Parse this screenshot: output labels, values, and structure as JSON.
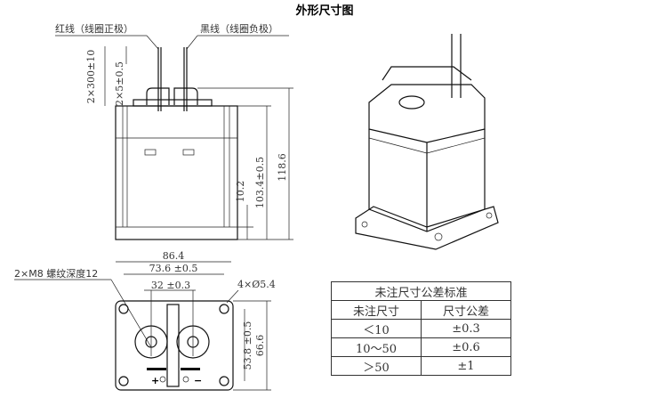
{
  "title": "外形尺寸图",
  "front_view": {
    "red_wire_label": "红线（线圈正极）",
    "black_wire_label": "黑线（线圈负极）",
    "dim_wire_length": "2×300±10",
    "dim_wire_strip": "2×5±0.5",
    "dim_base_height": "10.2",
    "dim_body_height": "103.4±0.5",
    "dim_total_height": "118.6"
  },
  "bottom_view": {
    "thread_label": "2×M8 螺纹深度12",
    "dim_overall_width": "86.4",
    "dim_hole_spacing_x": "73.6 ±0.5",
    "dim_terminal_spacing": "32 ±0.3",
    "dim_hole_diameter": "4×Ø5.4",
    "dim_hole_spacing_y": "53.8 ±0.5",
    "dim_overall_depth": "66.6",
    "plus_mark": "+",
    "minus_mark": "−"
  },
  "tolerance_table": {
    "title": "未注尺寸公差标准",
    "headers": [
      "未注尺寸",
      "尺寸公差"
    ],
    "rows": [
      [
        "＜10",
        "±0.3"
      ],
      [
        "10～50",
        "±0.6"
      ],
      [
        "＞50",
        "±1"
      ]
    ]
  }
}
